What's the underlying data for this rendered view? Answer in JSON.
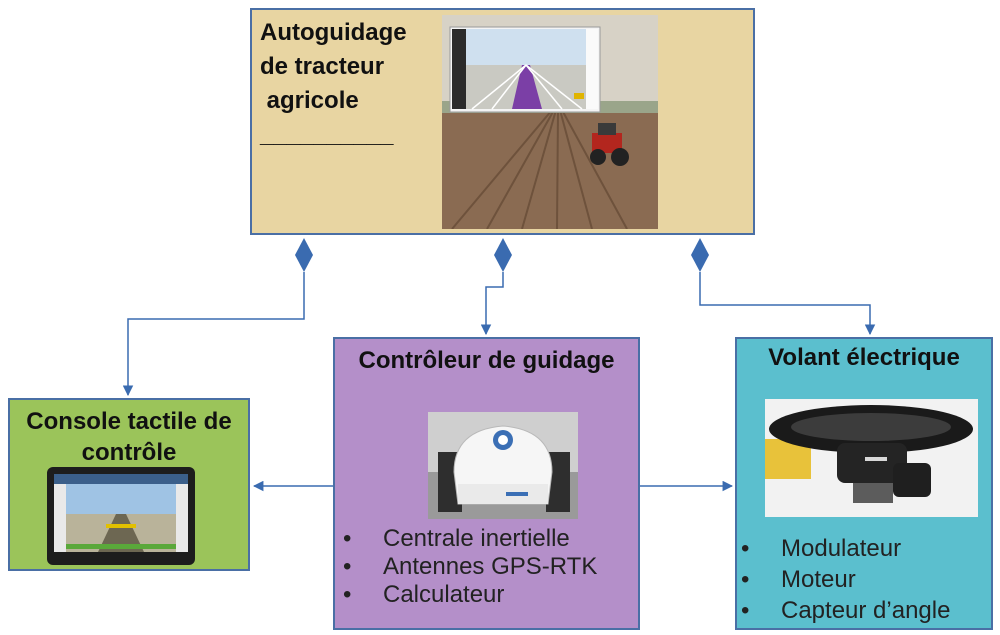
{
  "top": {
    "title": "Autoguidage\nde tracteur\n agricole\n__________",
    "fill": "#e8d5a2"
  },
  "console": {
    "title": "Console tactile de contrôle",
    "fill": "#9bc45a"
  },
  "controller": {
    "title": "Contrôleur de guidage",
    "fill": "#b48fc9",
    "items": [
      "Centrale inertielle",
      "Antennes GPS-RTK",
      "Calculateur"
    ]
  },
  "wheel": {
    "title": "Volant électrique",
    "fill": "#5bbfce",
    "items": [
      "Modulateur",
      "Moteur",
      "Capteur d’angle"
    ]
  },
  "bullet": "•",
  "connector_color": "#3a6bb0"
}
